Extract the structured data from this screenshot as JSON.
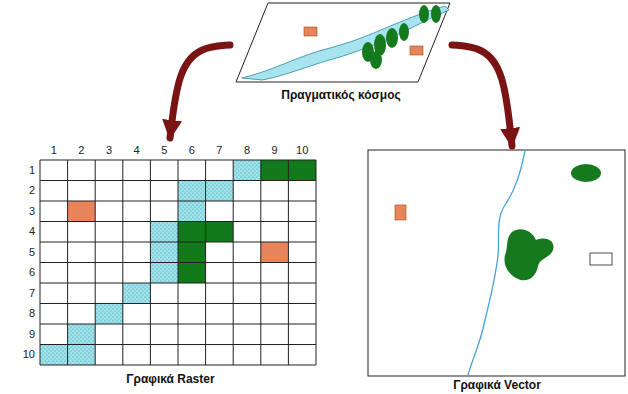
{
  "diagram": {
    "nodes": [
      {
        "text": [
          "Πραγματικός κόσμος"
        ]
      },
      {
        "text": [
          "Γραφικά Raster"
        ]
      },
      {
        "text": [
          "Γραφικά Vector"
        ]
      }
    ],
    "edges": [
      {
        "from": 0,
        "to": 1,
        "arrow": "to"
      },
      {
        "from": 0,
        "to": 2,
        "arrow": "to"
      }
    ],
    "labels": [
      "1",
      "2",
      "3",
      "4",
      "5",
      "6",
      "7",
      "8",
      "9",
      "10",
      "1",
      "2",
      "3",
      "4",
      "5",
      "6",
      "7",
      "8",
      "9",
      "10"
    ]
  }
}
